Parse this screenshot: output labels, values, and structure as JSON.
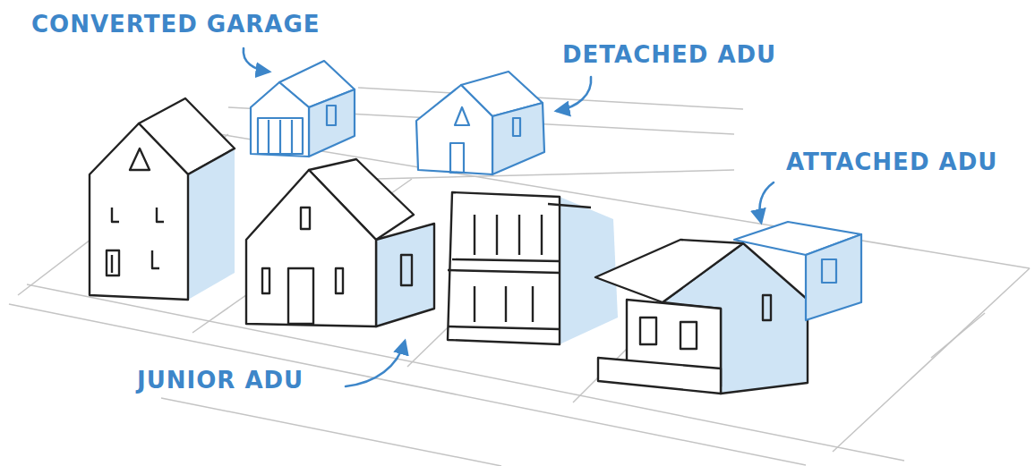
{
  "diagram": {
    "labels": [
      "CONVERTED GARAGE",
      "DETACHED ADU",
      "ATTACHED ADU",
      "JUNIOR ADU"
    ]
  }
}
